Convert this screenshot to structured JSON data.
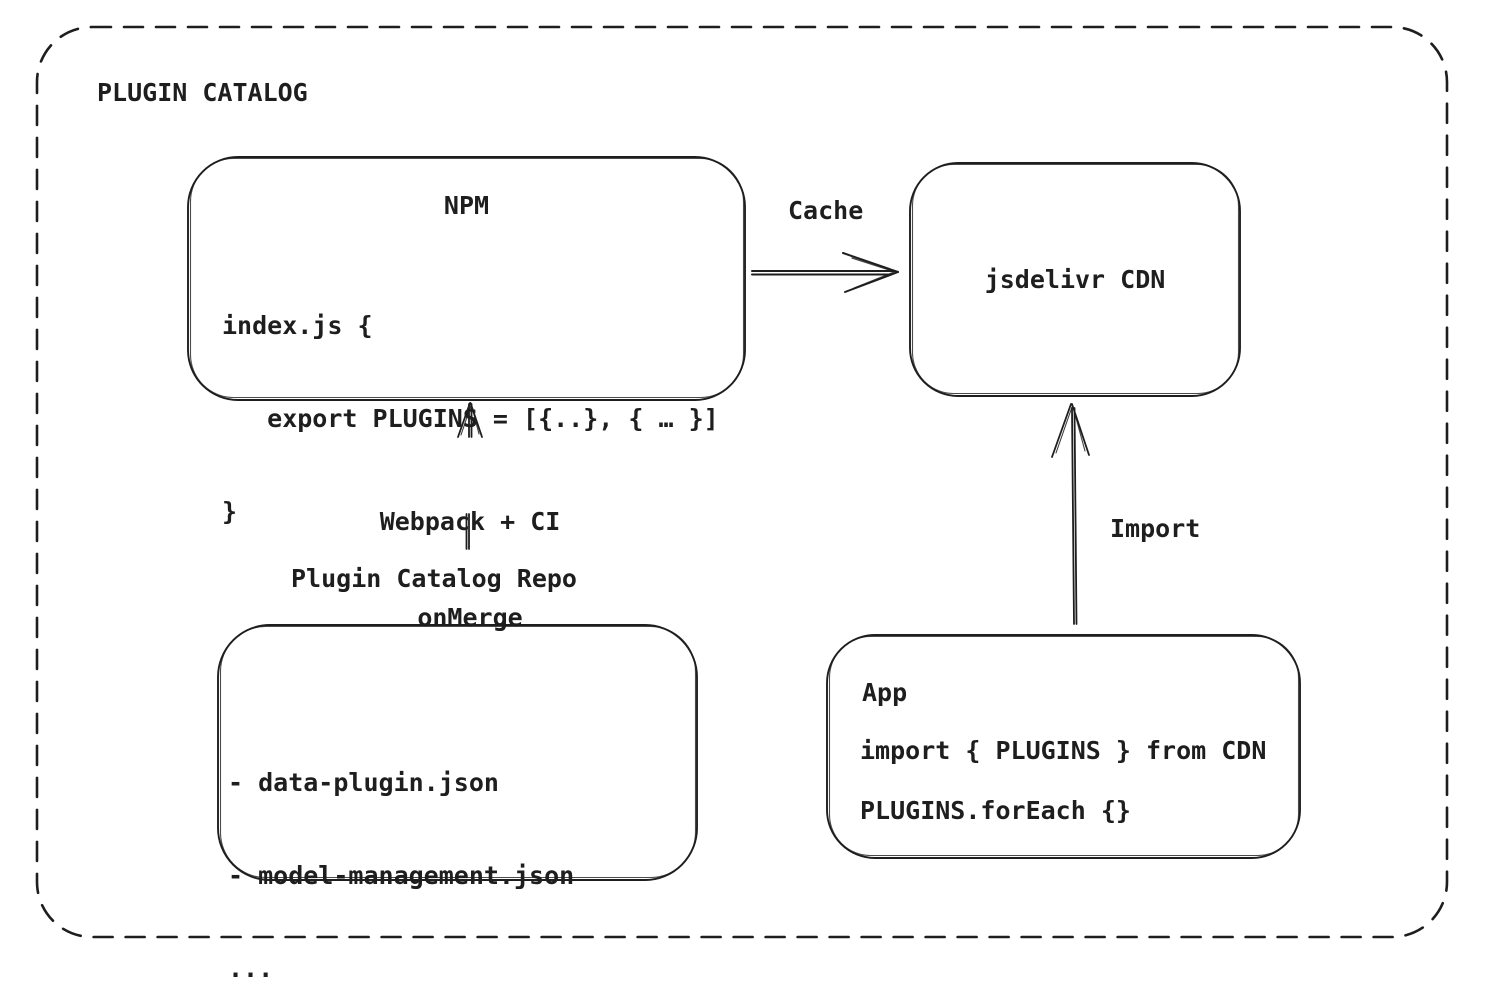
{
  "page": {
    "background": "#ffffff",
    "stroke_color": "#1e1e1e"
  },
  "container": {
    "title": "PLUGIN CATALOG"
  },
  "nodes": {
    "npm": {
      "title": "NPM",
      "code_lines": [
        "index.js {",
        "   export PLUGINS = [{..}, { … }]",
        "}"
      ]
    },
    "cdn": {
      "label": "jsdelivr CDN"
    },
    "repo": {
      "caption": "Plugin Catalog Repo",
      "files": [
        "- data-plugin.json",
        "- model-management.json",
        "..."
      ]
    },
    "app": {
      "title": "App",
      "code_lines": [
        "import { PLUGINS } from CDN",
        "PLUGINS.forEach {}"
      ]
    }
  },
  "edges": {
    "cache": {
      "label": "Cache",
      "from": "NPM",
      "to": "jsdelivr CDN"
    },
    "build": {
      "label_lines": [
        "Webpack + CI",
        "onMerge"
      ],
      "from": "Plugin Catalog Repo",
      "to": "NPM"
    },
    "import": {
      "label": "Import",
      "from": "App",
      "to": "jsdelivr CDN"
    }
  }
}
